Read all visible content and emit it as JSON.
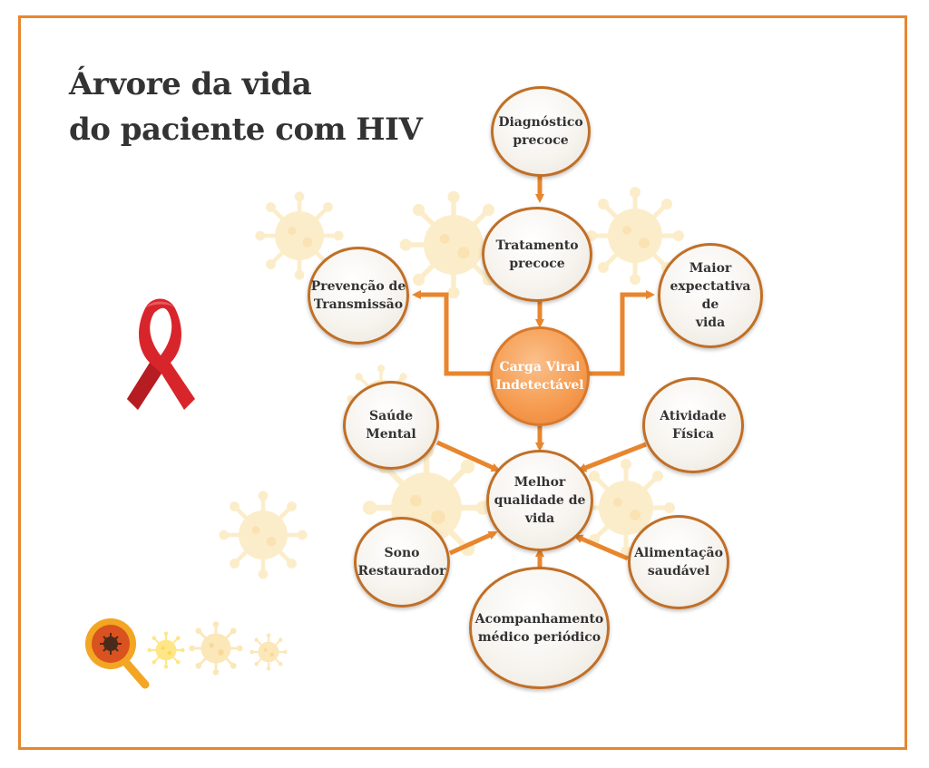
{
  "title": {
    "line1": "Árvore da vida",
    "line2": "do paciente com HIV"
  },
  "colors": {
    "frame": "#e8862e",
    "arrow": "#e8862e",
    "node_border": "#c06f26",
    "center_fill": "#f59a4e",
    "ribbon": "#d8252b",
    "virus": "#f7d68a"
  },
  "nodes": {
    "diagnostico": "Diagnóstico\nprecoce",
    "tratamento": "Tratamento\nprecoce",
    "prevencao": "Prevenção de\nTransmissão",
    "expectativa": "Maior\nexpectativa de\nvida",
    "carga_viral": "Carga Viral\nIndetectável",
    "saude_mental": "Saúde\nMental",
    "atividade": "Atividade\nFísica",
    "qualidade": "Melhor\nqualidade de\nvida",
    "sono": "Sono\nRestaurador",
    "alimentacao": "Alimentação\nsaudável",
    "acompanhamento": "Acompanhamento\nmédico periódico"
  },
  "icons": {
    "ribbon": "awareness-ribbon-icon",
    "magnifier": "magnifier-virus-icon",
    "virus": "virus-icon"
  }
}
